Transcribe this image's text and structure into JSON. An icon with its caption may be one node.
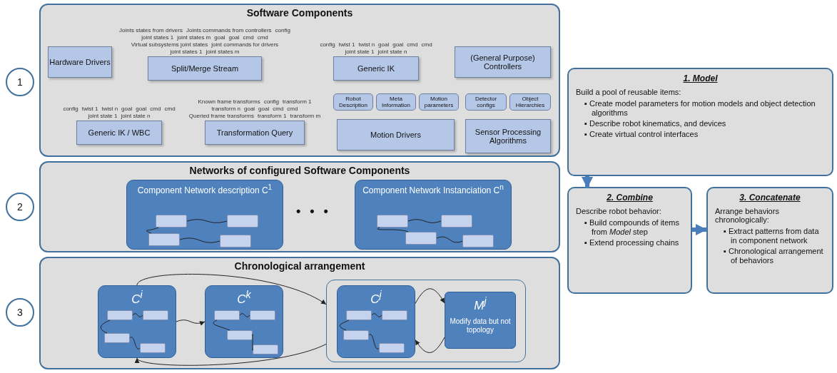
{
  "diagram": {
    "nodes": [
      {
        "text": [
          "1"
        ]
      },
      {
        "text": [
          "Software Components"
        ]
      },
      {
        "text": [
          "Hardware Drivers"
        ],
        "in": 1
      },
      {
        "text": [
          "Split/Merge Stream"
        ],
        "in": 1,
        "beside": [
          "Joints states from drivers",
          "Joints commands from controllers",
          "config",
          "joint states 1",
          "joint states m",
          "goal",
          "goal",
          "cmd",
          "cmd",
          "Virtual subsystems joint states",
          "joint commands for drivers",
          "joint states 1",
          "joint states m"
        ]
      },
      {
        "text": [
          "Generic IK"
        ],
        "in": 1,
        "beside": [
          "config",
          "twist 1",
          "twist n",
          "goal",
          "goal",
          "cmd",
          "cmd",
          "joint state 1",
          "joint state n"
        ]
      },
      {
        "text": [
          "(General Purpose) Controllers"
        ],
        "in": 1
      },
      {
        "text": [
          "Robot Description"
        ],
        "in": 1
      },
      {
        "text": [
          "Meta Information"
        ],
        "in": 1
      },
      {
        "text": [
          "Motion parameters"
        ],
        "in": 1
      },
      {
        "text": [
          "Detector configs"
        ],
        "in": 1
      },
      {
        "text": [
          "Object Hierarchies"
        ],
        "in": 1
      },
      {
        "text": [
          "Generic IK / WBC"
        ],
        "in": 1,
        "beside": [
          "config",
          "twist 1",
          "twist n",
          "goal",
          "goal",
          "cmd",
          "cmd",
          "joint state 1",
          "joint state n"
        ]
      },
      {
        "text": [
          "Transformation Query"
        ],
        "in": 1,
        "beside": [
          "Known frame transforms",
          "config",
          "transform 1",
          "transform n",
          "goal",
          "goal",
          "cmd",
          "cmd",
          "Queried frame transforms",
          "transform 1",
          "transform m"
        ]
      },
      {
        "text": [
          "Motion Drivers"
        ],
        "in": 1
      },
      {
        "text": [
          "Sensor Processing Algorithms"
        ],
        "in": 1
      },
      {
        "text": [
          "2"
        ]
      },
      {
        "text": [
          "Networks of configured Software Components"
        ]
      },
      {
        "text": [
          "Component Network description C$^{1}$"
        ],
        "in": 16
      },
      {
        "text": [],
        "shape": "box",
        "in": 17
      },
      {
        "text": [],
        "shape": "box",
        "in": 17
      },
      {
        "text": [],
        "shape": "box",
        "in": 17
      },
      {
        "text": [],
        "shape": "box",
        "in": 17
      },
      {
        "text": [
          "Component Network Instanciation C$^{n}$"
        ],
        "in": 16
      },
      {
        "text": [],
        "shape": "box",
        "in": 22
      },
      {
        "text": [],
        "shape": "box",
        "in": 22
      },
      {
        "text": [],
        "shape": "box",
        "in": 22
      },
      {
        "text": [],
        "shape": "box",
        "in": 22
      },
      {
        "text": [
          "3"
        ]
      },
      {
        "text": [
          "Chronological arrangement"
        ]
      },
      {
        "text": [
          "C$^{i}$"
        ],
        "in": 28
      },
      {
        "text": [],
        "shape": "box",
        "in": 29
      },
      {
        "text": [],
        "shape": "box",
        "in": 29
      },
      {
        "text": [],
        "shape": "box",
        "in": 29
      },
      {
        "text": [],
        "shape": "box",
        "in": 29
      },
      {
        "text": [
          "C$^{k}$"
        ],
        "in": 28
      },
      {
        "text": [],
        "shape": "box",
        "in": 34
      },
      {
        "text": [],
        "shape": "box",
        "in": 34
      },
      {
        "text": [],
        "shape": "box",
        "in": 34
      },
      {
        "text": [],
        "shape": "box",
        "in": 34
      },
      {
        "text": [],
        "shape": "box",
        "in": 28
      },
      {
        "text": [
          "C$^{j}$"
        ],
        "in": 39
      },
      {
        "text": [],
        "shape": "box",
        "in": 40
      },
      {
        "text": [],
        "shape": "box",
        "in": 40
      },
      {
        "text": [],
        "shape": "box",
        "in": 40
      },
      {
        "text": [],
        "shape": "box",
        "in": 40
      },
      {
        "text": [
          "M$^{j}$",
          "Modify data but not topology"
        ],
        "in": 39
      },
      {
        "text": [
          "1. Model",
          "Build a pool of reusable items:",
          "▪ Create model parameters for motion models and object detection algorithms",
          "▪ Describe robot kinematics, and devices",
          "▪ Create virtual control interfaces"
        ]
      },
      {
        "text": [
          "2. Combine",
          "Describe robot behavior:",
          "▪ Build compounds of items from *Model* step",
          "▪ Extend processing chains"
        ]
      },
      {
        "text": [
          "3. Concatenate",
          "Arrange behaviors chronologically:",
          "▪ Extract patterns from data in component network",
          "▪ Chronological arrangement of behaviors"
        ]
      }
    ],
    "edges": [
      {
        "from": 18,
        "to": 19,
        "arrow": "none"
      },
      {
        "from": 18,
        "to": 20,
        "arrow": "none"
      },
      {
        "from": 20,
        "to": 21,
        "arrow": "none"
      },
      {
        "from": 23,
        "to": 24,
        "arrow": "none"
      },
      {
        "from": 23,
        "to": 25,
        "arrow": "none"
      },
      {
        "from": 25,
        "to": 26,
        "arrow": "none"
      },
      {
        "from": 30,
        "to": 31,
        "arrow": "none"
      },
      {
        "from": 30,
        "to": 32,
        "arrow": "none"
      },
      {
        "from": 32,
        "to": 33,
        "arrow": "none"
      },
      {
        "from": 35,
        "to": 36,
        "arrow": "none"
      },
      {
        "from": 35,
        "to": 37,
        "arrow": "none"
      },
      {
        "from": 37,
        "to": 38,
        "arrow": "none"
      },
      {
        "from": 41,
        "to": 42,
        "arrow": "none"
      },
      {
        "from": 41,
        "to": 43,
        "arrow": "none"
      },
      {
        "from": 43,
        "to": 44,
        "arrow": "none"
      },
      {
        "from": 29,
        "to": 34,
        "arrow": "to"
      },
      {
        "from": 29,
        "to": 39,
        "arrow": "to"
      },
      {
        "from": 39,
        "to": 29,
        "arrow": "to"
      },
      {
        "from": 40,
        "to": 45,
        "arrow": "to"
      },
      {
        "from": 45,
        "to": 40,
        "arrow": "to"
      },
      {
        "from": 46,
        "to": 47,
        "arrow": "to",
        "style": "thick",
        "color": "#4a7ebb"
      },
      {
        "from": 47,
        "to": 48,
        "arrow": "to",
        "style": "thick",
        "color": "#4a7ebb"
      }
    ],
    "labels": [
      "• • •"
    ]
  }
}
